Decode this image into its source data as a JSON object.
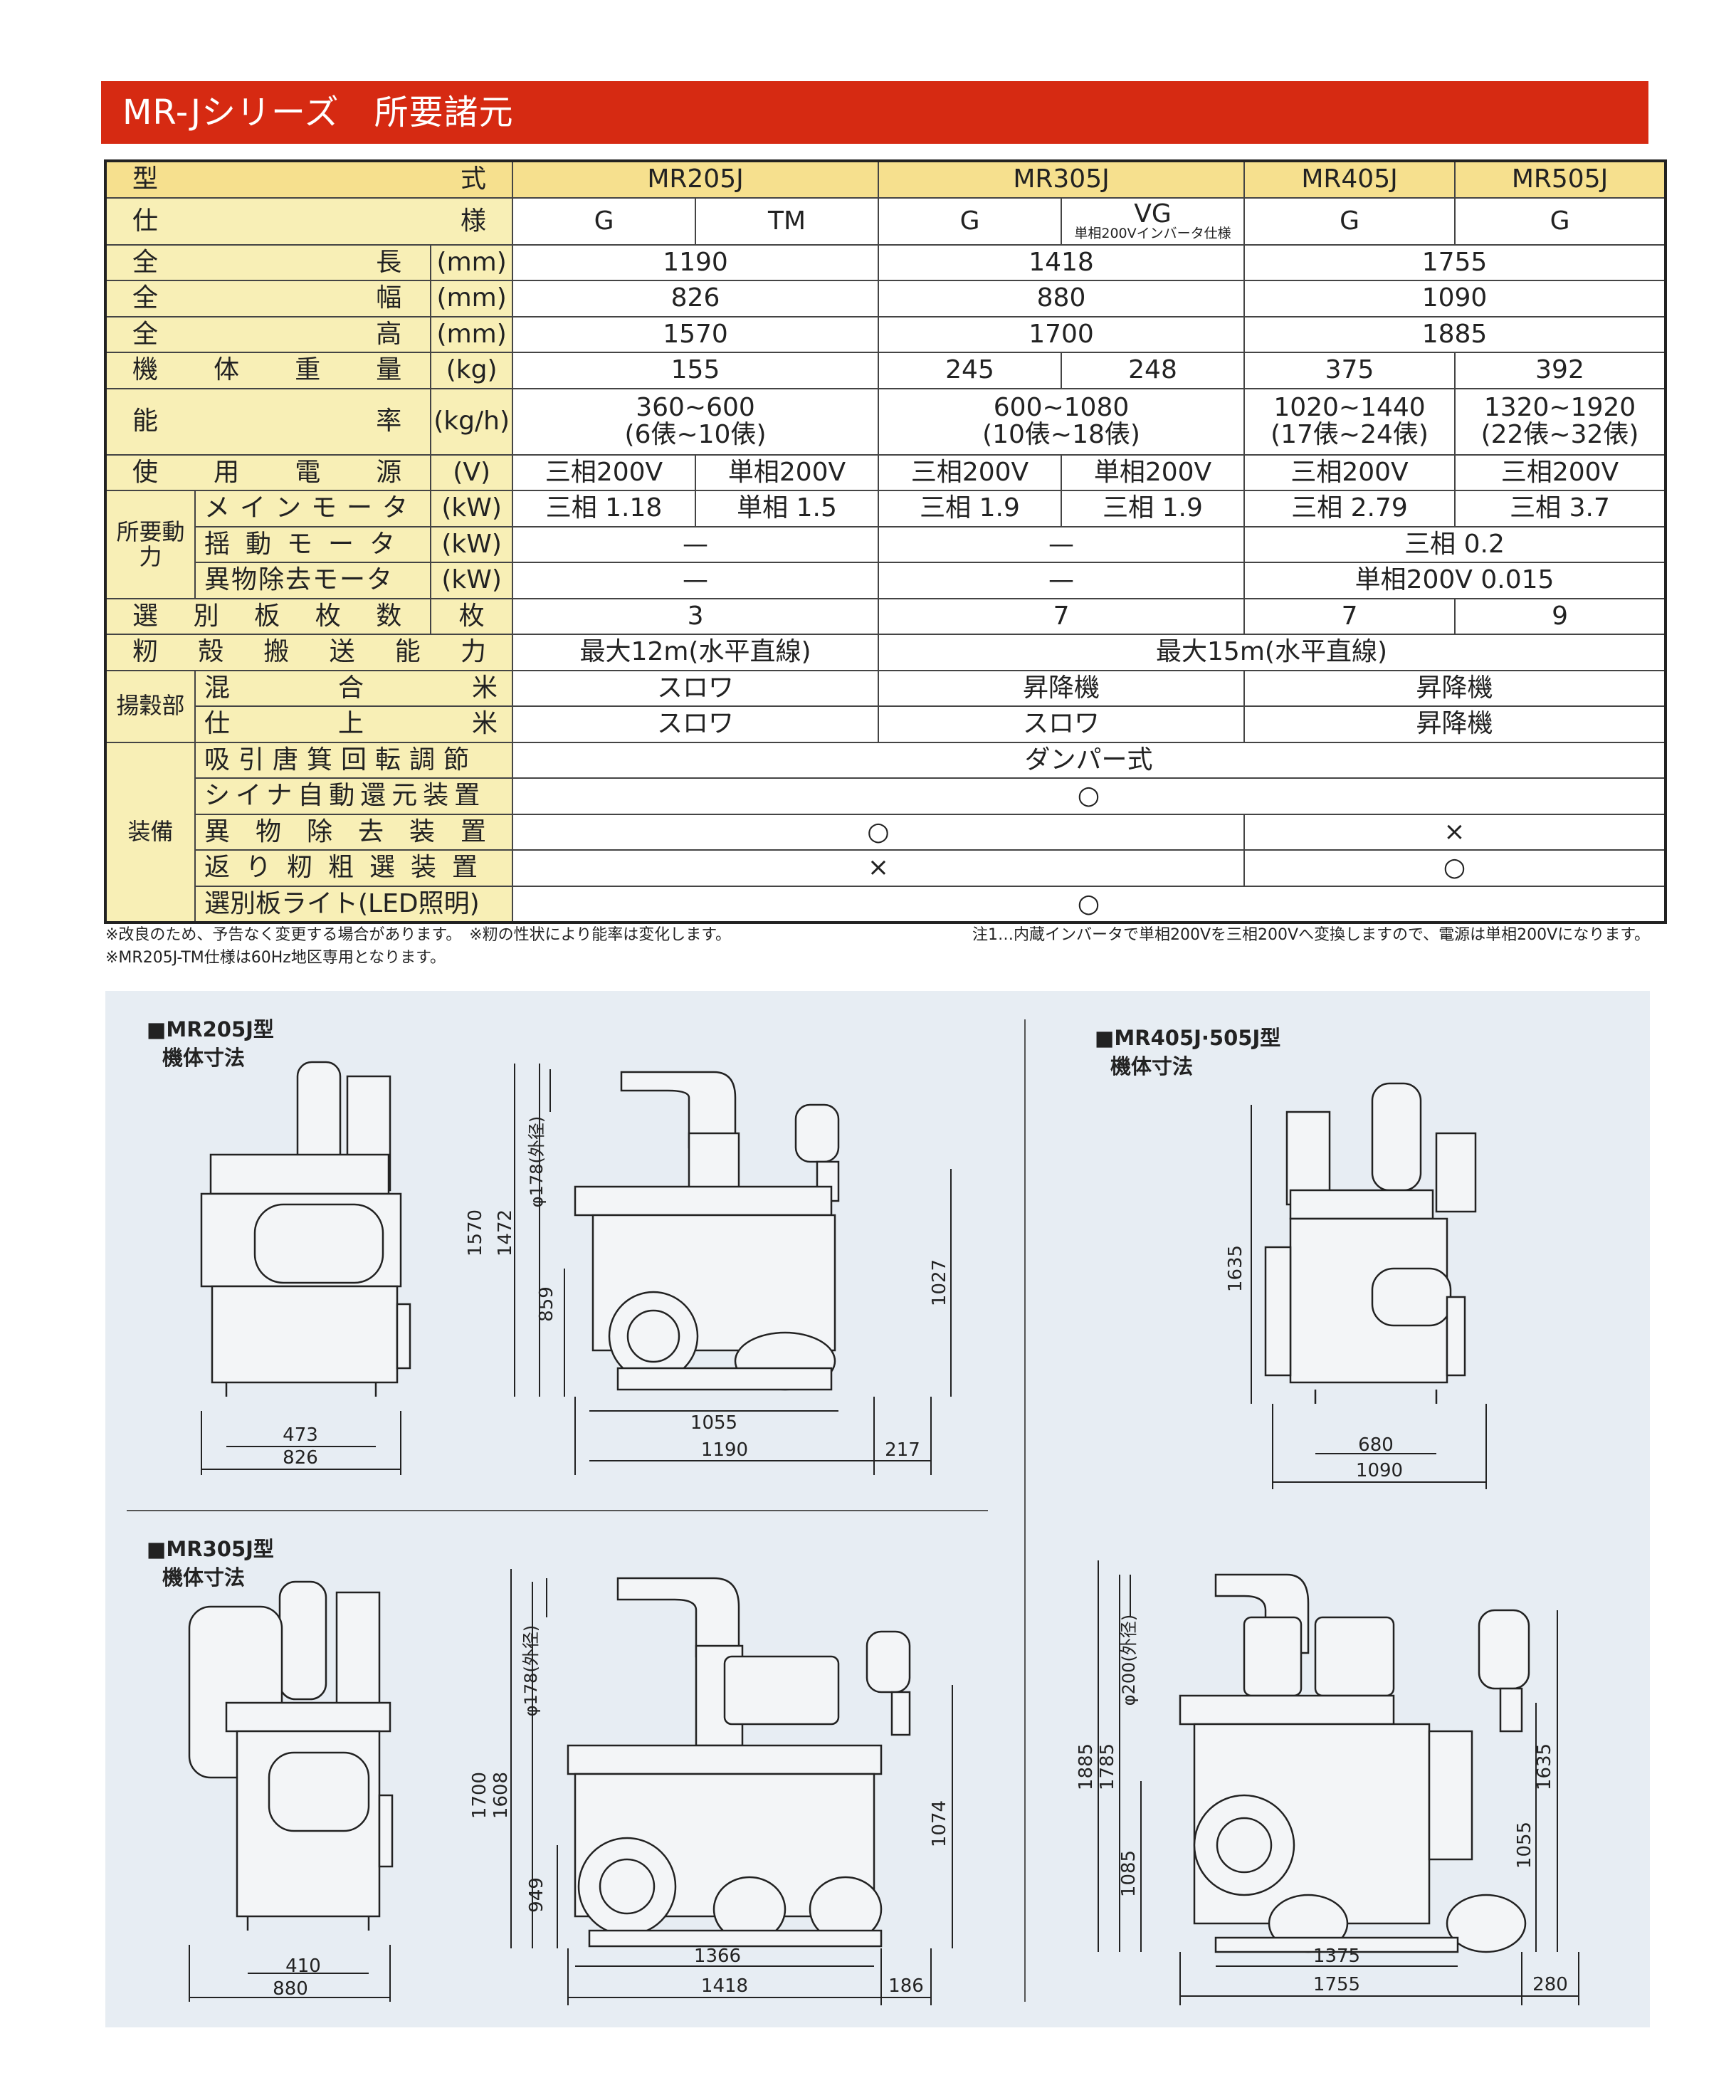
{
  "title": "MR-Jシリーズ　所要諸元",
  "table": {
    "header": {
      "label_left": "型",
      "label_right": "式",
      "models": [
        "MR205J",
        "MR305J",
        "MR405J",
        "MR505J"
      ]
    },
    "spec_row": {
      "label_left": "仕",
      "label_right": "様",
      "values": [
        "G",
        "TM",
        "G",
        "VG",
        "G",
        "G"
      ],
      "vg_note": "単相200Vインバータ仕様"
    },
    "length": {
      "label": [
        "全",
        "長"
      ],
      "unit": "(mm)",
      "values": [
        "1190",
        "1418",
        "1755"
      ]
    },
    "width": {
      "label": [
        "全",
        "幅"
      ],
      "unit": "(mm)",
      "values": [
        "826",
        "880",
        "1090"
      ]
    },
    "height": {
      "label": [
        "全",
        "高"
      ],
      "unit": "(mm)",
      "values": [
        "1570",
        "1700",
        "1885"
      ]
    },
    "weight": {
      "label": [
        "機",
        "体",
        "重",
        "量"
      ],
      "unit": "(kg)",
      "values": [
        "155",
        "245",
        "248",
        "375",
        "392"
      ]
    },
    "capacity": {
      "label": [
        "能",
        "率"
      ],
      "unit": "(kg/h)",
      "values": [
        {
          "line1": "360~600",
          "line2": "(6俵~10俵)"
        },
        {
          "line1": "600~1080",
          "line2": "(10俵~18俵)"
        },
        {
          "line1": "1020~1440",
          "line2": "(17俵~24俵)"
        },
        {
          "line1": "1320~1920",
          "line2": "(22俵~32俵)"
        }
      ]
    },
    "power": {
      "label": [
        "使",
        "用",
        "電",
        "源"
      ],
      "unit": "(V)",
      "values": [
        "三相200V",
        "単相200V",
        "三相200V",
        "単相200V",
        "三相200V",
        "三相200V"
      ]
    },
    "motor_group": "所要動力",
    "main_motor": {
      "label": "メインモータ",
      "unit": "(kW)",
      "values": [
        "三相 1.18",
        "単相 1.5",
        "三相 1.9",
        "三相 1.9",
        "三相 2.79",
        "三相 3.7"
      ]
    },
    "shake_motor": {
      "label": "揺動モータ",
      "unit": "(kW)",
      "values": [
        "—",
        "—",
        "三相 0.2"
      ]
    },
    "foreign_motor": {
      "label": "異物除去モータ",
      "unit": "(kW)",
      "values": [
        "—",
        "—",
        "単相200V 0.015"
      ]
    },
    "plates": {
      "label": [
        "選",
        "別",
        "板",
        "枚",
        "数"
      ],
      "unit": "枚",
      "values": [
        "3",
        "7",
        "7",
        "9"
      ]
    },
    "husk": {
      "label": [
        "籾",
        "殻",
        "搬",
        "送",
        "能",
        "力"
      ],
      "values": [
        "最大12m(水平直線)",
        "最大15m(水平直線)"
      ]
    },
    "lift_group": "揚穀部",
    "mixed": {
      "label": [
        "混",
        "合",
        "米"
      ],
      "values": [
        "スロワ",
        "昇降機",
        "昇降機"
      ]
    },
    "finished": {
      "label": [
        "仕",
        "上",
        "米"
      ],
      "values": [
        "スロワ",
        "スロワ",
        "昇降機"
      ]
    },
    "equip_group": "装備",
    "suction": {
      "label": "吸引唐箕回転調節",
      "value": "ダンパー式"
    },
    "shiina": {
      "label": "シイナ自動還元装置",
      "value": "○"
    },
    "foreign_device": {
      "label": "異物除去装置",
      "values": [
        "○",
        "×"
      ]
    },
    "return_device": {
      "label": "返り籾粗選装置",
      "values": [
        "×",
        "○"
      ]
    },
    "led": {
      "label": "選別板ライト(LED照明)",
      "value": "○"
    }
  },
  "notes": {
    "n1": "※改良のため、予告なく変更する場合があります。　※籾の性状により能率は変化します。",
    "n2": "※MR205J-TM仕様は60Hz地区専用となります。",
    "n3": "注1…内蔵インバータで単相200Vを三相200Vへ変換しますので、電源は単相200Vになります。"
  },
  "drawings": {
    "mr205": {
      "title": "■MR205J型",
      "subtitle": "機体寸法",
      "dims": {
        "w_inner": "473",
        "w_outer": "826",
        "h_total": "1570",
        "h_1472": "1472",
        "h_859": "859",
        "pipe": "φ178(外径)",
        "h_1027": "1027",
        "l_1055": "1055",
        "l_1190": "1190",
        "l_217": "217"
      }
    },
    "mr305": {
      "title": "■MR305J型",
      "subtitle": "機体寸法",
      "dims": {
        "w_inner": "410",
        "w_outer": "880",
        "h_total": "1700",
        "h_1608": "1608",
        "h_949": "949",
        "pipe": "φ178(外径)",
        "h_1074": "1074",
        "l_1366": "1366",
        "l_1418": "1418",
        "l_186": "186"
      }
    },
    "mr405": {
      "title": "■MR405J·505J型",
      "subtitle": "機体寸法",
      "dims": {
        "h_1635_side": "1635",
        "w_inner": "680",
        "w_outer": "1090",
        "h_total": "1885",
        "h_1785": "1785",
        "h_1085": "1085",
        "pipe": "φ200(外径)",
        "h_1635": "1635",
        "h_1055": "1055",
        "l_1375": "1375",
        "l_1755": "1755",
        "l_280": "280"
      }
    }
  },
  "colors": {
    "banner": "#d62a12",
    "label_bg": "#f8efb6",
    "header_bg": "#f6e08e",
    "drawing_bg": "#e7edf3"
  }
}
